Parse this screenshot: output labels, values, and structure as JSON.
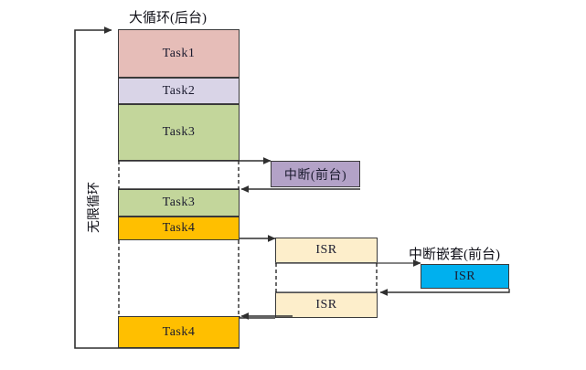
{
  "diagram": {
    "title_main": "大循环(后台)",
    "label_interrupt": "中断(前台)",
    "label_nested": "中断嵌套(前台)",
    "label_loop": "无限循环",
    "colors": {
      "task1": "#e6bdb8",
      "task2": "#d9d4e7",
      "task3": "#c3d69b",
      "task4": "#ffbf00",
      "interrupt": "#b3a2c7",
      "isr_light": "#fdeecb",
      "isr_blue": "#00b0ee",
      "stroke": "#3a3a3a",
      "arrow": "#404040"
    },
    "main_stack": [
      {
        "name": "task1",
        "label": "Task1",
        "color_key": "task1"
      },
      {
        "name": "task2",
        "label": "Task2",
        "color_key": "task2"
      },
      {
        "name": "task3-first",
        "label": "Task3",
        "color_key": "task3"
      },
      {
        "name": "task3-second",
        "label": "Task3",
        "color_key": "task3"
      },
      {
        "name": "task4-first",
        "label": "Task4",
        "color_key": "task4"
      },
      {
        "name": "task4-second",
        "label": "Task4",
        "color_key": "task4"
      }
    ],
    "interrupt_box": {
      "label": "中断(前台)"
    },
    "isr_boxes": [
      {
        "name": "isr-upper",
        "label": "ISR"
      },
      {
        "name": "isr-lower",
        "label": "ISR"
      }
    ],
    "nested_isr_box": {
      "label": "ISR"
    },
    "footer_note": ""
  }
}
